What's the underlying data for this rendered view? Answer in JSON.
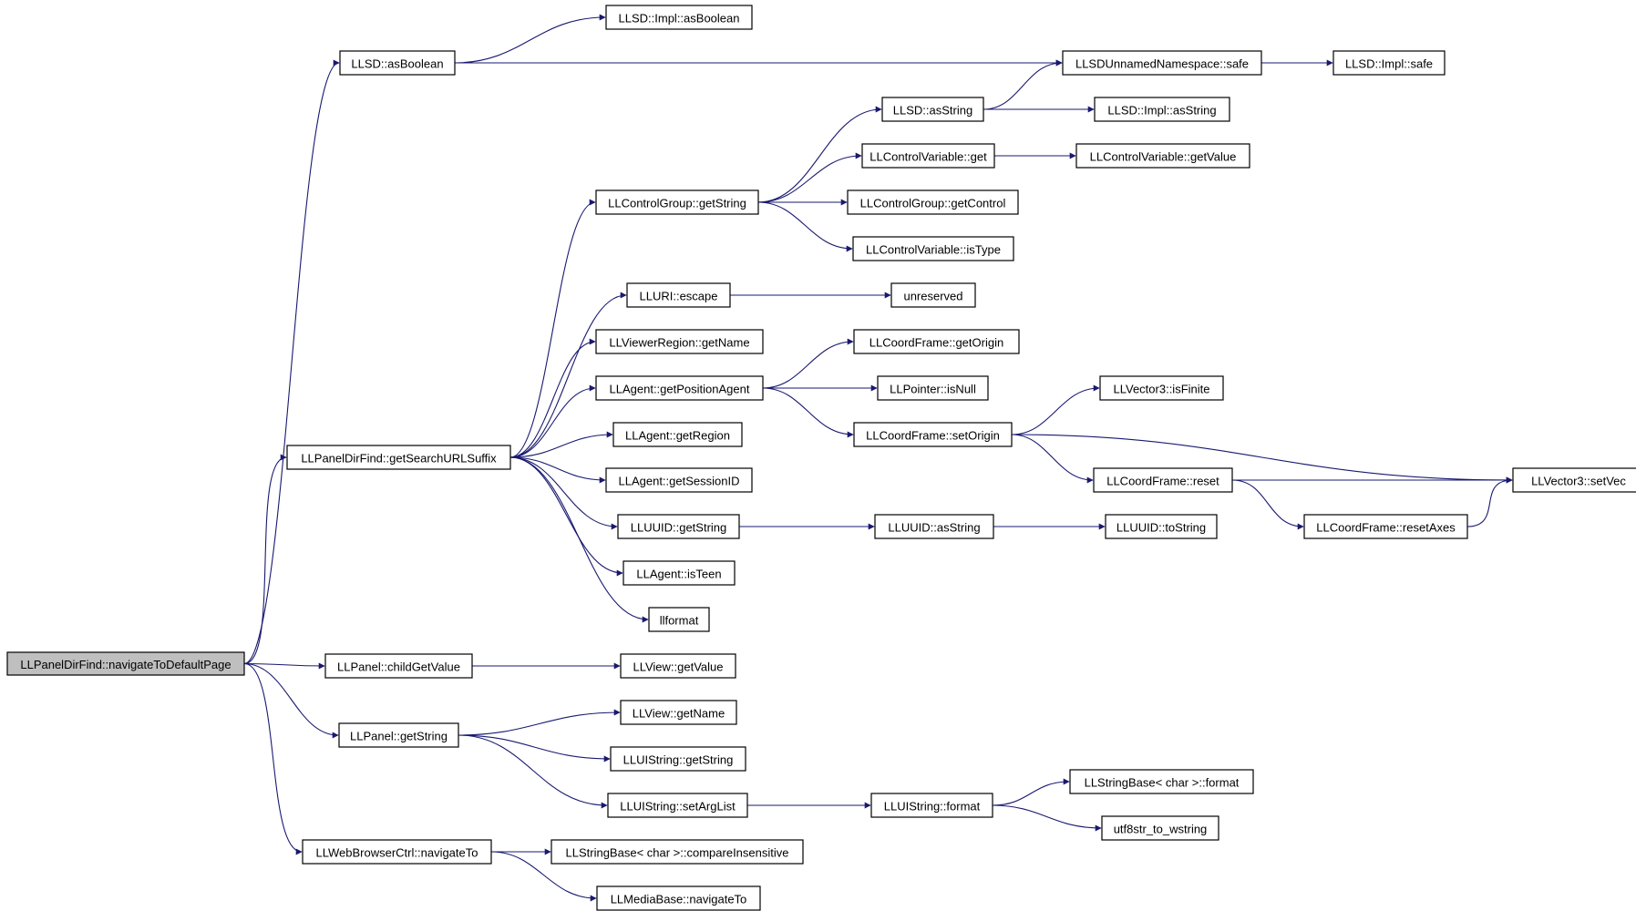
{
  "nodes": [
    {
      "id": "n0",
      "label": "LLPanelDirFind::navigateToDefaultPage",
      "root": true
    },
    {
      "id": "n1",
      "label": "LLSD::asBoolean"
    },
    {
      "id": "n2",
      "label": "LLSD::Impl::asBoolean"
    },
    {
      "id": "n3",
      "label": "LLSDUnnamedNamespace::safe"
    },
    {
      "id": "n4",
      "label": "LLSD::Impl::safe"
    },
    {
      "id": "n5",
      "label": "LLSD::asString"
    },
    {
      "id": "n6",
      "label": "LLSD::Impl::asString"
    },
    {
      "id": "n7",
      "label": "LLControlVariable::get"
    },
    {
      "id": "n8",
      "label": "LLControlVariable::getValue"
    },
    {
      "id": "n9",
      "label": "LLControlGroup::getString"
    },
    {
      "id": "n10",
      "label": "LLControlGroup::getControl"
    },
    {
      "id": "n11",
      "label": "LLControlVariable::isType"
    },
    {
      "id": "n12",
      "label": "LLURI::escape"
    },
    {
      "id": "n13",
      "label": "unreserved"
    },
    {
      "id": "n14",
      "label": "LLViewerRegion::getName"
    },
    {
      "id": "n15",
      "label": "LLCoordFrame::getOrigin"
    },
    {
      "id": "n16",
      "label": "LLAgent::getPositionAgent"
    },
    {
      "id": "n17",
      "label": "LLPointer::isNull"
    },
    {
      "id": "n18",
      "label": "LLVector3::isFinite"
    },
    {
      "id": "n19",
      "label": "LLCoordFrame::setOrigin"
    },
    {
      "id": "n20",
      "label": "LLAgent::getRegion"
    },
    {
      "id": "n21",
      "label": "LLPanelDirFind::getSearchURLSuffix"
    },
    {
      "id": "n22",
      "label": "LLVector3::setVec"
    },
    {
      "id": "n23",
      "label": "LLAgent::getSessionID"
    },
    {
      "id": "n24",
      "label": "LLCoordFrame::reset"
    },
    {
      "id": "n25",
      "label": "LLUUID::getString"
    },
    {
      "id": "n26",
      "label": "LLUUID::asString"
    },
    {
      "id": "n27",
      "label": "LLUUID::toString"
    },
    {
      "id": "n28",
      "label": "LLCoordFrame::resetAxes"
    },
    {
      "id": "n29",
      "label": "LLAgent::isTeen"
    },
    {
      "id": "n30",
      "label": "llformat"
    },
    {
      "id": "n31",
      "label": "LLPanel::childGetValue"
    },
    {
      "id": "n32",
      "label": "LLView::getValue"
    },
    {
      "id": "n33",
      "label": "LLView::getName"
    },
    {
      "id": "n34",
      "label": "LLPanel::getString"
    },
    {
      "id": "n35",
      "label": "LLUIString::getString"
    },
    {
      "id": "n36",
      "label": "LLStringBase< char >::format"
    },
    {
      "id": "n37",
      "label": "LLUIString::setArgList"
    },
    {
      "id": "n38",
      "label": "LLUIString::format"
    },
    {
      "id": "n39",
      "label": "utf8str_to_wstring"
    },
    {
      "id": "n40",
      "label": "LLWebBrowserCtrl::navigateTo"
    },
    {
      "id": "n41",
      "label": "LLStringBase< char >::compareInsensitive"
    },
    {
      "id": "n42",
      "label": "LLMediaBase::navigateTo"
    }
  ],
  "edges": [
    [
      "n0",
      "n1"
    ],
    [
      "n0",
      "n21"
    ],
    [
      "n0",
      "n31"
    ],
    [
      "n0",
      "n34"
    ],
    [
      "n0",
      "n40"
    ],
    [
      "n1",
      "n2"
    ],
    [
      "n1",
      "n3"
    ],
    [
      "n3",
      "n4"
    ],
    [
      "n5",
      "n3"
    ],
    [
      "n5",
      "n6"
    ],
    [
      "n7",
      "n8"
    ],
    [
      "n9",
      "n5"
    ],
    [
      "n9",
      "n7"
    ],
    [
      "n9",
      "n10"
    ],
    [
      "n9",
      "n11"
    ],
    [
      "n12",
      "n13"
    ],
    [
      "n16",
      "n15"
    ],
    [
      "n16",
      "n17"
    ],
    [
      "n16",
      "n19"
    ],
    [
      "n19",
      "n18"
    ],
    [
      "n19",
      "n22"
    ],
    [
      "n19",
      "n24"
    ],
    [
      "n21",
      "n9"
    ],
    [
      "n21",
      "n12"
    ],
    [
      "n21",
      "n14"
    ],
    [
      "n21",
      "n16"
    ],
    [
      "n21",
      "n20"
    ],
    [
      "n21",
      "n23"
    ],
    [
      "n21",
      "n25"
    ],
    [
      "n21",
      "n29"
    ],
    [
      "n21",
      "n30"
    ],
    [
      "n24",
      "n22"
    ],
    [
      "n24",
      "n28"
    ],
    [
      "n28",
      "n22"
    ],
    [
      "n25",
      "n26"
    ],
    [
      "n26",
      "n27"
    ],
    [
      "n31",
      "n32"
    ],
    [
      "n34",
      "n33"
    ],
    [
      "n34",
      "n35"
    ],
    [
      "n34",
      "n37"
    ],
    [
      "n37",
      "n38"
    ],
    [
      "n38",
      "n36"
    ],
    [
      "n38",
      "n39"
    ],
    [
      "n40",
      "n41"
    ],
    [
      "n40",
      "n42"
    ]
  ]
}
